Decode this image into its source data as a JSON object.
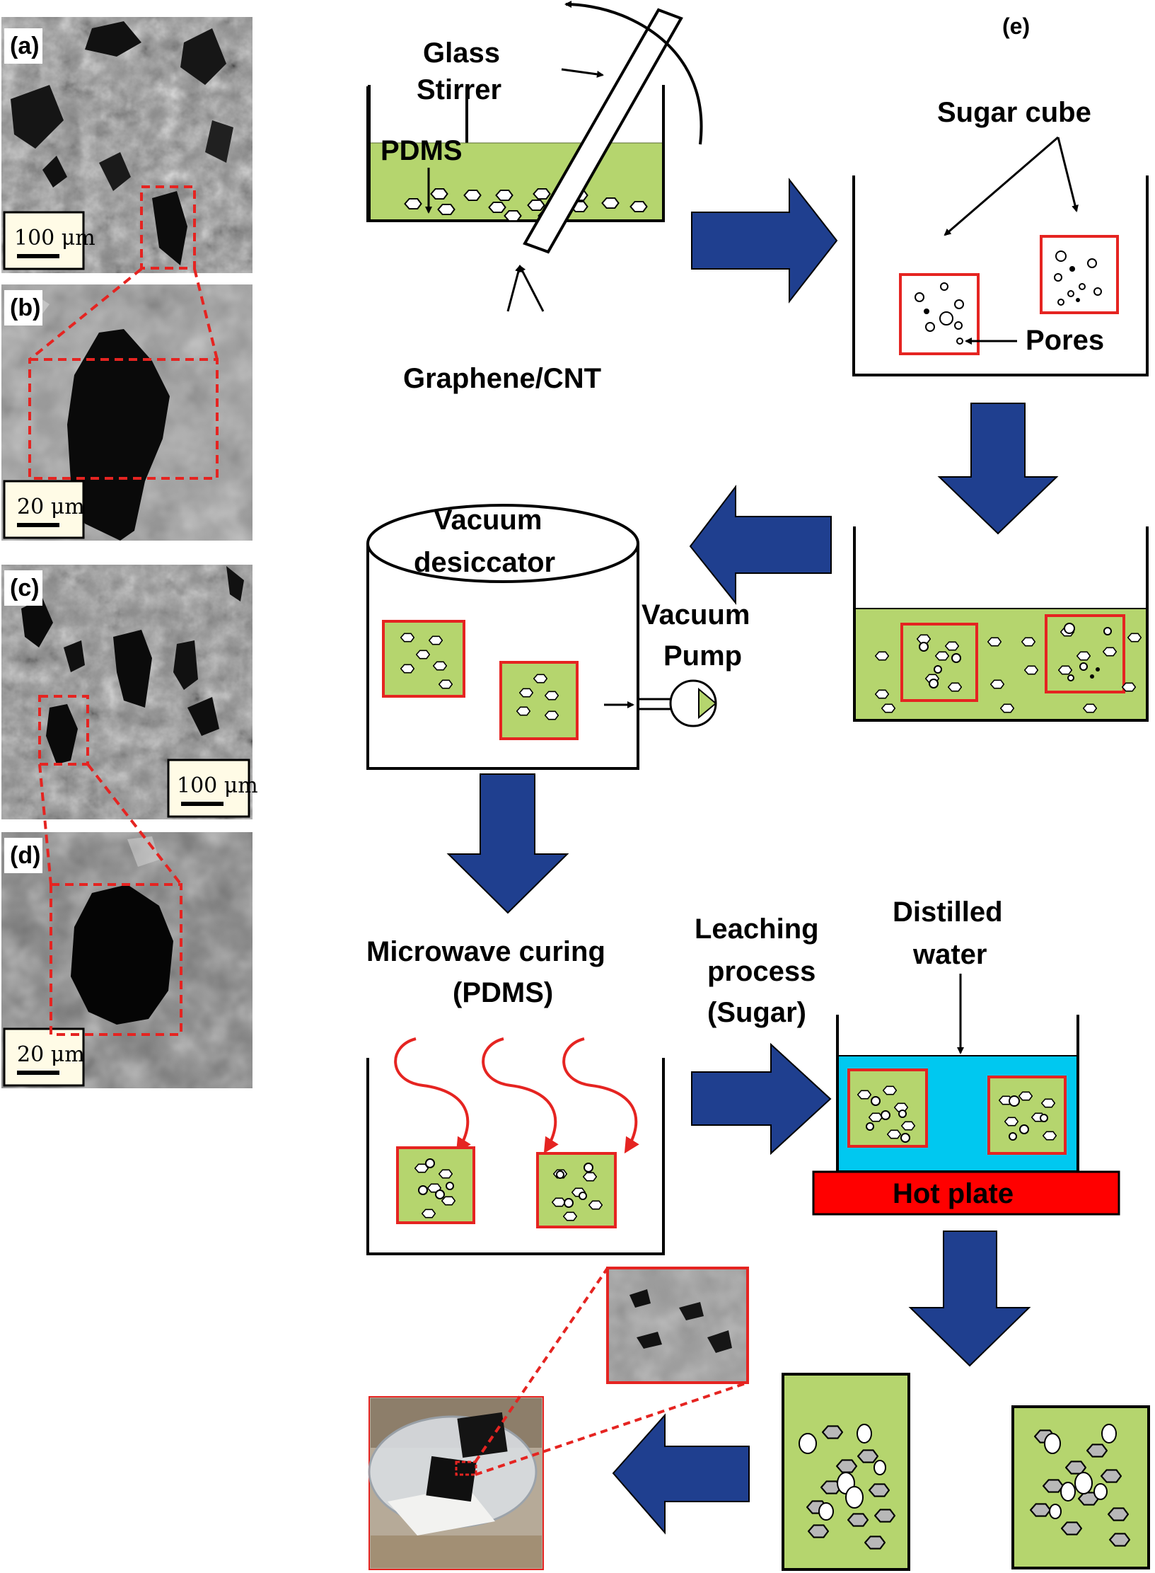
{
  "panels": {
    "a": {
      "letter": "(a)",
      "scale": "100 μm"
    },
    "b": {
      "letter": "(b)",
      "scale": "20 μm"
    },
    "c": {
      "letter": "(c)",
      "scale": "100 μm"
    },
    "d": {
      "letter": "(d)",
      "scale": "20 μm"
    },
    "e": {
      "letter": "(e)"
    }
  },
  "labels": {
    "glass_stirrer_1": "Glass",
    "glass_stirrer_2": "Stirrer",
    "pdms": "PDMS",
    "graphene_cnt": "Graphene/CNT",
    "sugar_cube": "Sugar cube",
    "pores": "Pores",
    "vacuum_desiccator_1": "Vacuum",
    "vacuum_desiccator_2": "desiccator",
    "vacuum_pump_1": "Vacuum",
    "vacuum_pump_2": "Pump",
    "microwave_1": "Microwave curing",
    "microwave_2": "(PDMS)",
    "leaching_1": "Leaching",
    "leaching_2": "process",
    "leaching_3": "(Sugar)",
    "distilled_1": "Distilled",
    "distilled_2": "water",
    "hot_plate": "Hot plate"
  },
  "colors": {
    "pdms_green": "#b5d56e",
    "arrow_blue": "#1f3f8f",
    "highlight_red": "#e52421",
    "water_cyan": "#00c8f0",
    "sem_gray": "#8c8c8c"
  },
  "icons": [
    "rotation-arc-icon",
    "block-arrow-right-icon",
    "block-arrow-down-icon",
    "block-arrow-left-icon",
    "pump-icon",
    "microwave-wave-icon",
    "hexagon-flake-icon",
    "pore-circle-icon"
  ]
}
